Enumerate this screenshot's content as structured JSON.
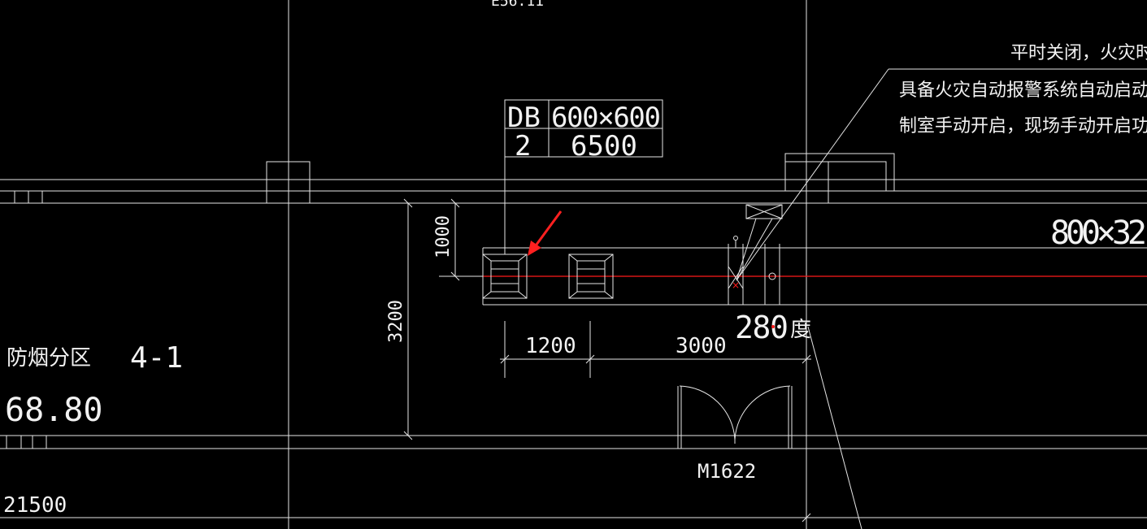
{
  "colors": {
    "background": "#000000",
    "line": "#e6e6e6",
    "center_line": "#ff1a1a",
    "arrow": "#ff2020"
  },
  "top_cut_label": "E56.11",
  "note": {
    "line1": "平时关闭，火灾时",
    "line2": "具备火灾自动报警系统自动启动",
    "line3": "制室手动开启，现场手动开启功"
  },
  "duct_table": {
    "code": "DB",
    "size": "600×600",
    "qty": "2",
    "flow": "6500"
  },
  "duct_size_label": "800×32",
  "dim_1000": "1000",
  "dim_3200": "3200",
  "dim_1200": "1200",
  "dim_3000": "3000",
  "damper_label": "280",
  "damper_unit": "度",
  "zone_label": "防烟分区",
  "zone_number": "4-1",
  "zone_area": "68.80",
  "door_label": "M1622",
  "bottom_dim": "21500",
  "icons": [
    "air-outlet-icon",
    "fire-damper-icon",
    "door-swing-icon",
    "pointer-arrow-icon"
  ]
}
